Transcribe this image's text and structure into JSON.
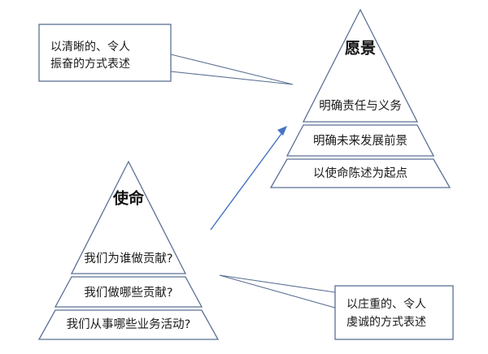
{
  "diagram": {
    "title_visible": false,
    "stroke_color": "#5B7093",
    "arrow_color": "#4472C4",
    "background": "#ffffff",
    "text_color": "#1a1a1a"
  },
  "pyramids": [
    {
      "id": "mission",
      "apex_label": "使命",
      "bands": [
        {
          "label": "我们为谁做贡献?"
        },
        {
          "label": "我们做哪些贡献?"
        },
        {
          "label": "我们从事哪些业务活动?"
        }
      ]
    },
    {
      "id": "vision",
      "apex_label": "愿景",
      "bands": [
        {
          "label": "明确责任与义务"
        },
        {
          "label": "明确未来发展前景"
        },
        {
          "label": "以使命陈述为起点"
        }
      ]
    }
  ],
  "callouts": [
    {
      "id": "vision-callout",
      "lines": [
        "以清晰的、令人",
        "振奋的方式表述"
      ],
      "points_to": "vision"
    },
    {
      "id": "mission-callout",
      "lines": [
        "以庄重的、令人",
        "虔诚的方式表述"
      ],
      "points_to": "mission"
    }
  ],
  "connector": {
    "id": "mission-to-vision-arrow",
    "from": "mission",
    "to": "vision",
    "color": "#4472C4"
  }
}
